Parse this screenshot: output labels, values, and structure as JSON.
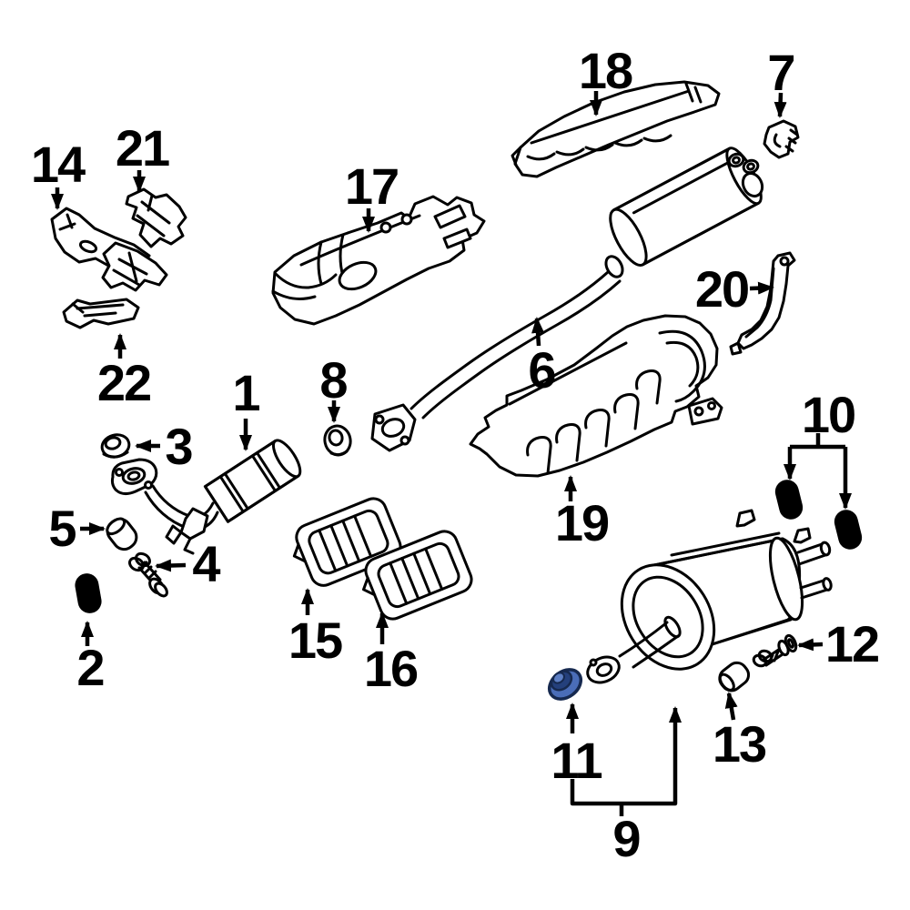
{
  "diagram": {
    "background_color": "#ffffff",
    "line_color": "#000000",
    "highlight_color": "#4a6db8",
    "highlight_ring_color": "#24407c",
    "highlight_outline_color": "#16294f",
    "highlighted_callout": "11",
    "callouts": [
      {
        "label": "1"
      },
      {
        "label": "2"
      },
      {
        "label": "3"
      },
      {
        "label": "4"
      },
      {
        "label": "5"
      },
      {
        "label": "6"
      },
      {
        "label": "7"
      },
      {
        "label": "8"
      },
      {
        "label": "9"
      },
      {
        "label": "10"
      },
      {
        "label": "11"
      },
      {
        "label": "12"
      },
      {
        "label": "13"
      },
      {
        "label": "14"
      },
      {
        "label": "15"
      },
      {
        "label": "16"
      },
      {
        "label": "17"
      },
      {
        "label": "18"
      },
      {
        "label": "19"
      },
      {
        "label": "20"
      },
      {
        "label": "21"
      },
      {
        "label": "22"
      }
    ]
  }
}
